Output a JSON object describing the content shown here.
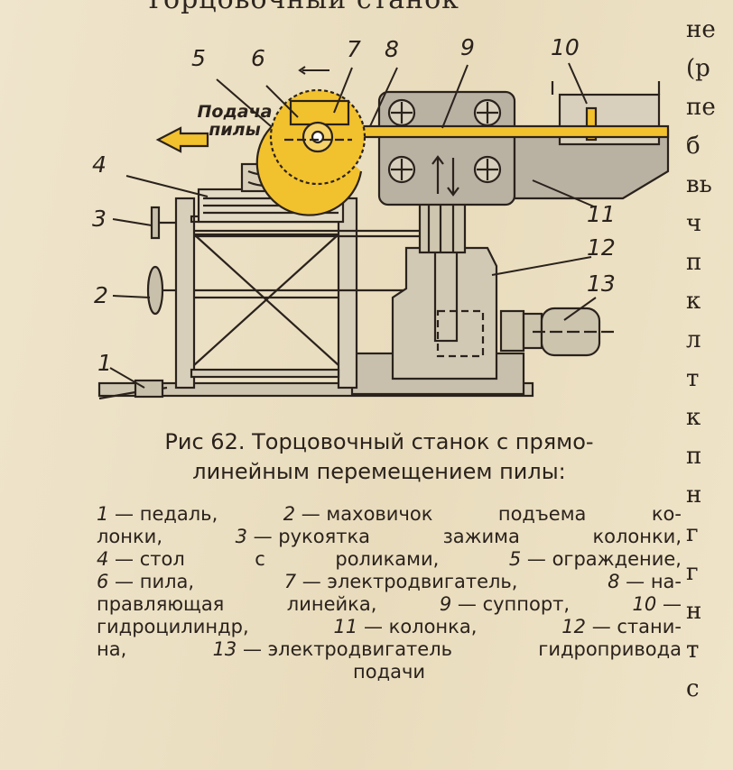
{
  "heading_fragment": "Торцовочный станок",
  "feed_label": "Подача пилы",
  "callouts": [
    "1",
    "2",
    "3",
    "4",
    "5",
    "6",
    "7",
    "8",
    "9",
    "10",
    "11",
    "12",
    "13"
  ],
  "caption_title_lines": [
    "Рис 62. Торцовочный станок с прямо-",
    "линейным перемещением пилы:"
  ],
  "legend_lines": [
    [
      {
        "n": "1",
        "t": " — педаль,"
      },
      {
        "n": "2",
        "t": " — маховичок"
      },
      {
        "t": "подъема"
      },
      {
        "t": "ко-"
      }
    ],
    [
      {
        "t": "лонки,"
      },
      {
        "n": "3",
        "t": " — рукоятка"
      },
      {
        "t": "зажима"
      },
      {
        "t": "колонки,"
      }
    ],
    [
      {
        "n": "4",
        "t": " — стол"
      },
      {
        "t": "с"
      },
      {
        "t": "роликами,"
      },
      {
        "n": "5",
        "t": " — ограждение,"
      }
    ],
    [
      {
        "n": "6",
        "t": " — пила,"
      },
      {
        "n": "7",
        "t": " — электродвигатель,"
      },
      {
        "n": "8",
        "t": " — на-"
      }
    ],
    [
      {
        "t": "правляющая"
      },
      {
        "t": "линейка,"
      },
      {
        "n": "9",
        "t": " — суппорт,"
      },
      {
        "n": "10",
        "t": " —"
      }
    ],
    [
      {
        "t": "гидроцилиндр,"
      },
      {
        "n": "11",
        "t": " — колонка,"
      },
      {
        "n": "12",
        "t": " — стани-"
      }
    ],
    [
      {
        "t": "на,"
      },
      {
        "n": "13",
        "t": " — электродвигатель"
      },
      {
        "t": "гидропривода"
      }
    ],
    [
      {
        "t": "подачи"
      }
    ]
  ],
  "right_column_fragments": [
    "не",
    "(р",
    "пе",
    "б",
    "вь",
    "ч",
    "п",
    "к",
    "л",
    "т",
    "к",
    "п",
    "н",
    "г",
    "г",
    "н",
    "т",
    "с"
  ],
  "colors": {
    "paper": "#ece0c4",
    "ink": "#2a221c",
    "yellow": "#f2c12e",
    "machine_gray": "#b9b2a3"
  }
}
